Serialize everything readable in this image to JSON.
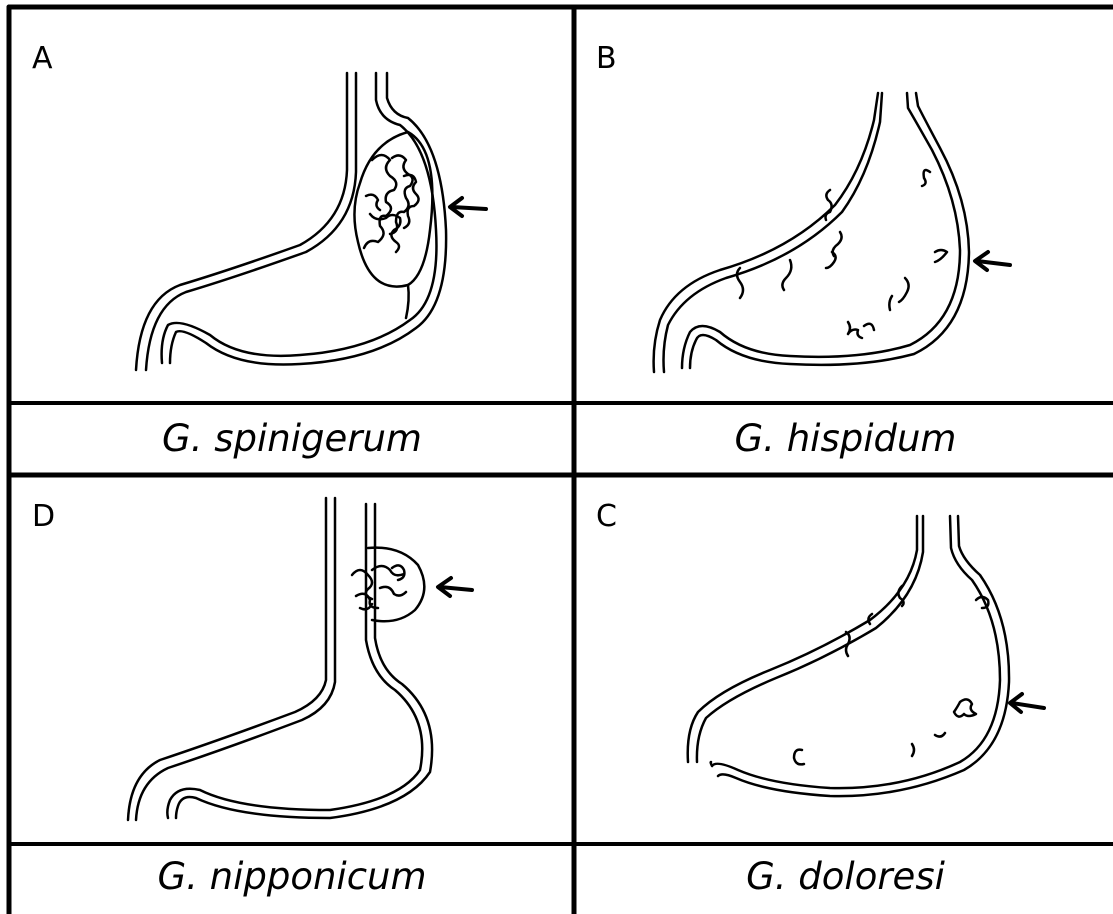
{
  "panels": [
    {
      "letter": "A",
      "species": "G. spinigerum"
    },
    {
      "letter": "B",
      "species": "G. hispidum"
    },
    {
      "letter": "D",
      "species": "G. nipponicum"
    },
    {
      "letter": "C",
      "species": "G. doloresi"
    }
  ],
  "colors": {
    "ink": "#000000",
    "background": "#ffffff"
  },
  "icons": {
    "arrow": "left-arrow-icon"
  }
}
